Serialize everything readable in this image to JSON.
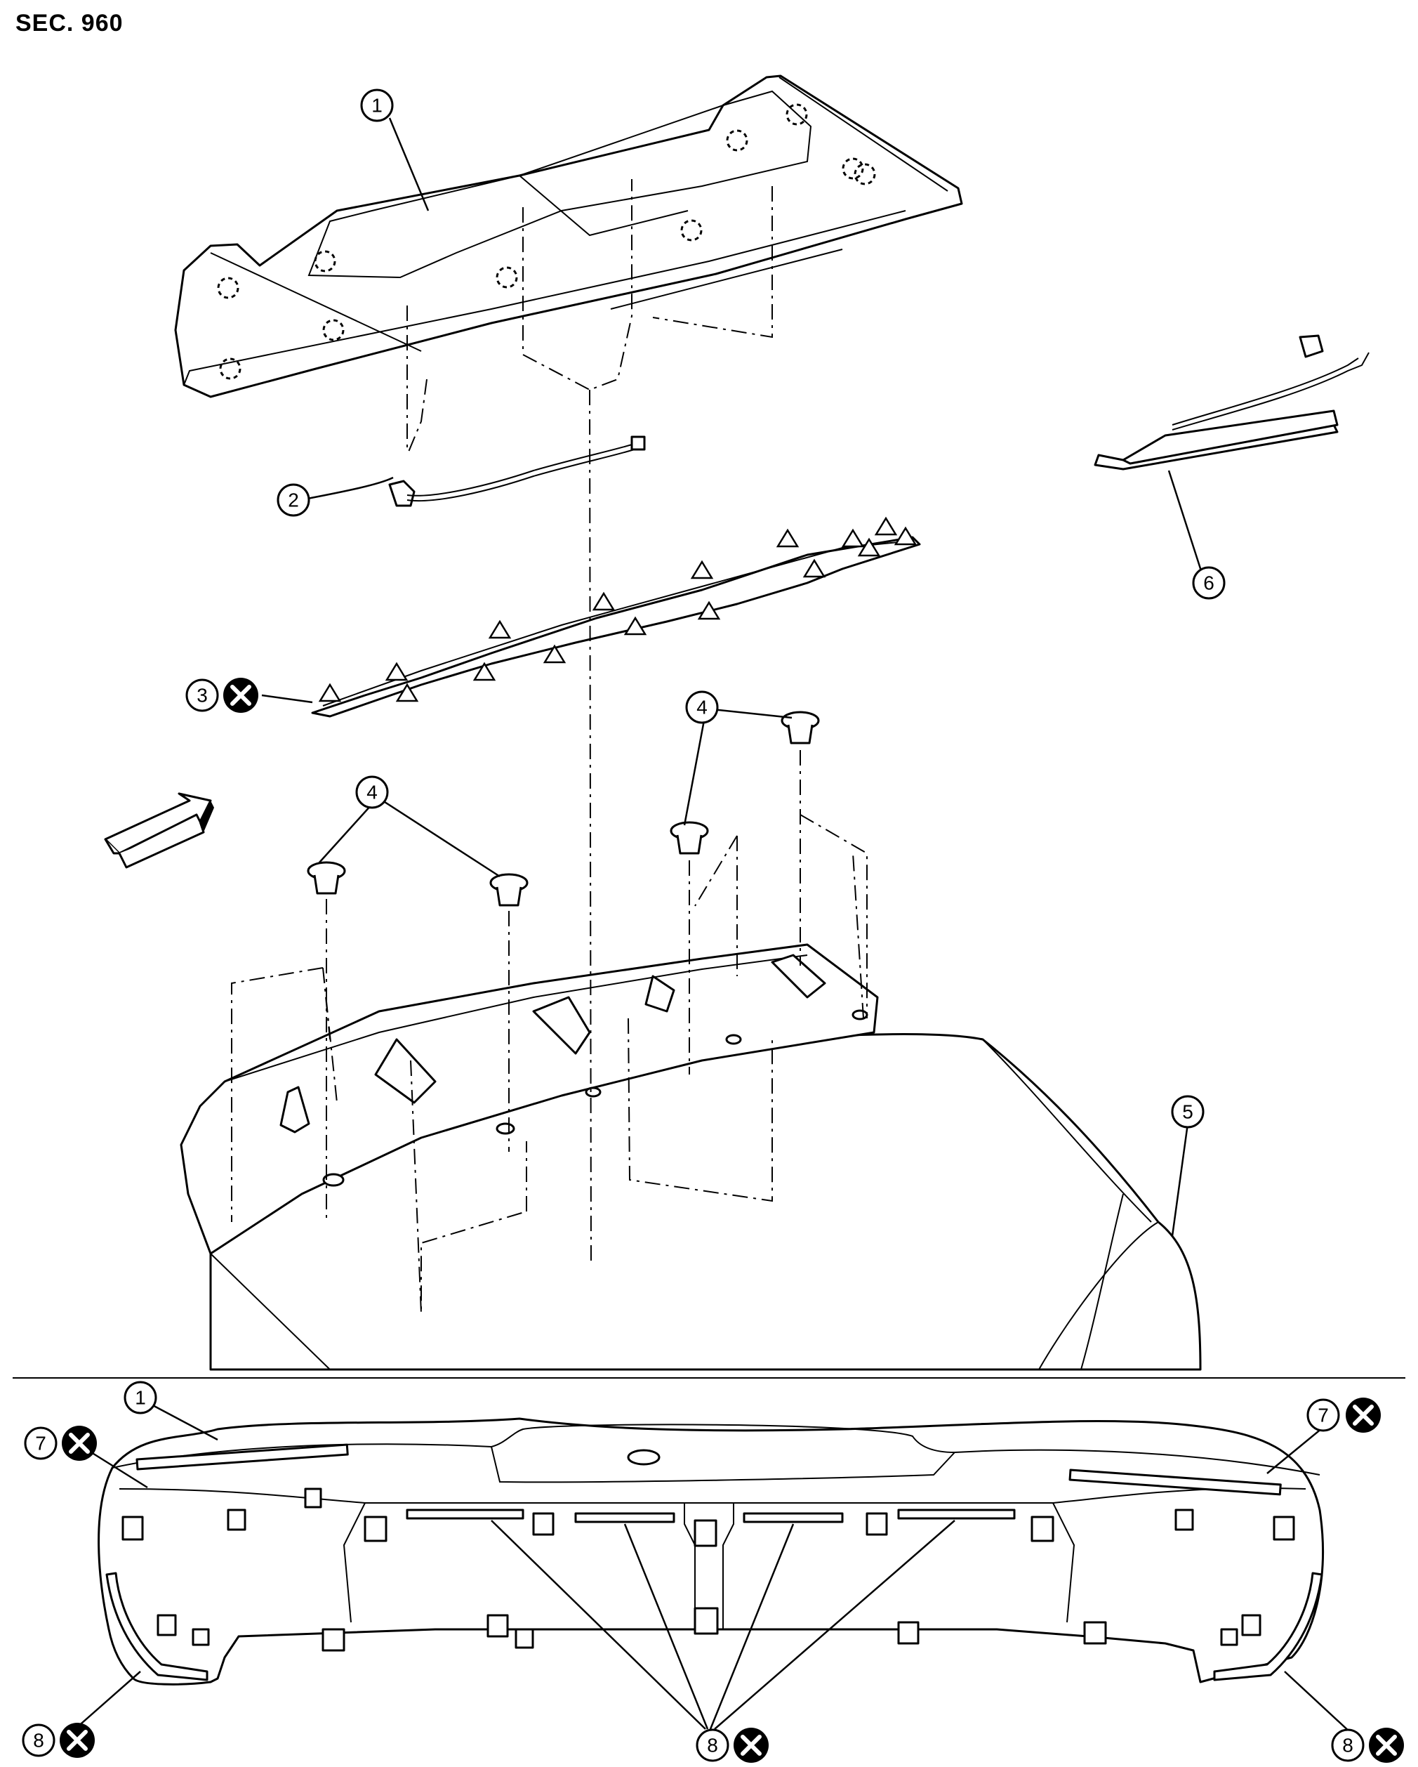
{
  "section": "SEC. 960",
  "callouts": {
    "c1": "1",
    "c2": "2",
    "c3": "3",
    "c4": "4",
    "c5": "5",
    "c6": "6",
    "c7": "7",
    "c8": "8"
  },
  "icons": {
    "front_arrow": "front-direction-arrow",
    "never_reuse": "never-reuse-x-mark",
    "clip_location": "dashed-circle-clip",
    "adhesive": "triangle-adhesive-mark"
  }
}
